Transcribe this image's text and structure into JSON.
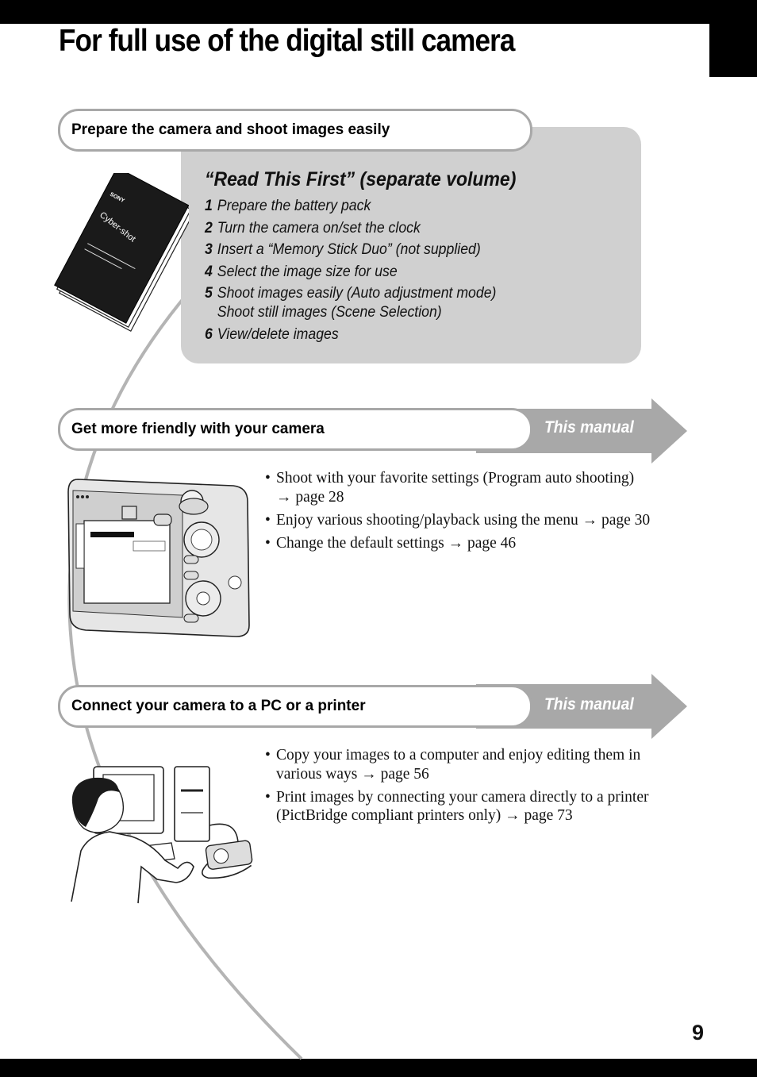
{
  "page": {
    "title": "For full use of the digital still camera",
    "page_number": "9"
  },
  "section1": {
    "label": "Prepare the camera and shoot images easily",
    "booklet_brand": "SONY",
    "booklet_logo": "Cyber-shot",
    "rtf_title": "“Read This First” (separate volume)",
    "steps": [
      {
        "num": "1",
        "text": "Prepare the battery pack",
        "text2": ""
      },
      {
        "num": "2",
        "text": "Turn the camera on/set the clock",
        "text2": ""
      },
      {
        "num": "3",
        "text": "Insert a “Memory Stick Duo” (not supplied)",
        "text2": ""
      },
      {
        "num": "4",
        "text": "Select the image size for use",
        "text2": ""
      },
      {
        "num": "5",
        "text": "Shoot images easily (Auto adjustment mode)",
        "text2": "Shoot still images (Scene Selection)"
      },
      {
        "num": "6",
        "text": "View/delete images",
        "text2": ""
      }
    ]
  },
  "section2": {
    "label": "Get more friendly with your camera",
    "tag": "This manual",
    "bullets": [
      {
        "text": "Shoot with your favorite settings (Program auto shooting)",
        "text2": "→ page 28"
      },
      {
        "text": "Enjoy various shooting/playback using the menu → page 30",
        "text2": ""
      },
      {
        "text": "Change the default settings → page 46",
        "text2": ""
      }
    ]
  },
  "section3": {
    "label": "Connect your camera to a PC or a printer",
    "tag": "This manual",
    "bullets": [
      {
        "text": "Copy your images to a computer and enjoy editing them in",
        "text2": "various ways → page 56"
      },
      {
        "text": "Print images by connecting your camera directly to a printer",
        "text2": "(PictBridge compliant printers only) → page 73"
      }
    ]
  },
  "colors": {
    "box_gray": "#d0d0d0",
    "arrow_gray": "#a8a8a8",
    "black": "#000000"
  },
  "icons": [
    "booklet-icon",
    "camera-icon",
    "person-computer-icon",
    "compact-camera-icon"
  ]
}
